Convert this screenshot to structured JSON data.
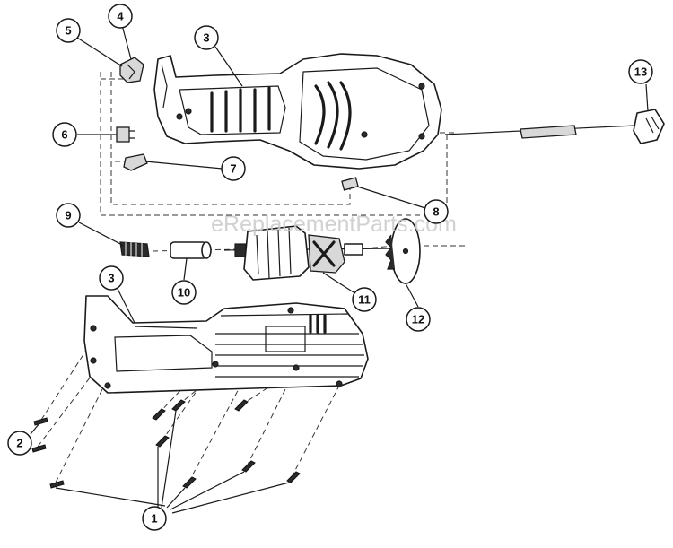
{
  "watermark": "eReplacementParts.com",
  "callouts": {
    "c1": "1",
    "c2": "2",
    "c3a": "3",
    "c3b": "3",
    "c4": "4",
    "c5": "5",
    "c6": "6",
    "c7": "7",
    "c8": "8",
    "c9": "9",
    "c10": "10",
    "c11": "11",
    "c12": "12",
    "c13": "13"
  }
}
